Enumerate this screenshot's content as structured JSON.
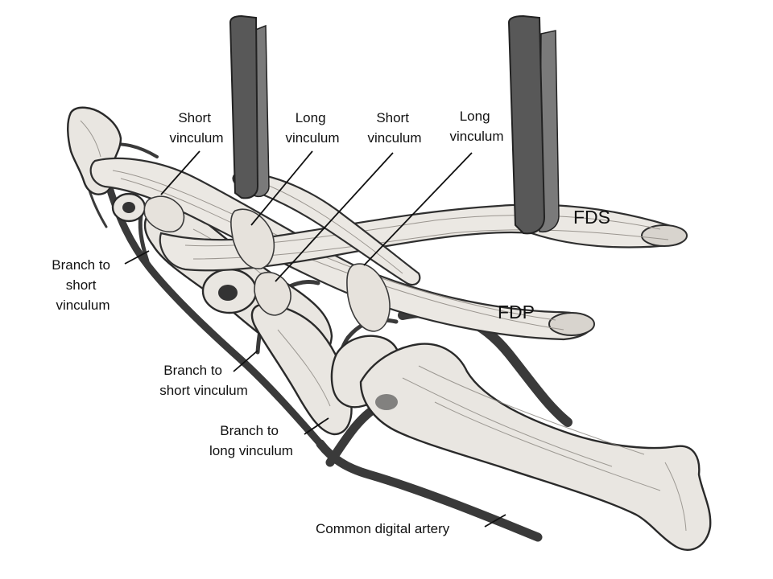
{
  "labels": {
    "short_vinculum_1": [
      "Short",
      "vinculum"
    ],
    "long_vinculum_1": [
      "Long",
      "vinculum"
    ],
    "short_vinculum_2": [
      "Short",
      "vinculum"
    ],
    "long_vinculum_2": [
      "Long",
      "vinculum"
    ],
    "fds": "FDS",
    "fdp": "FDP",
    "branch_short_1": [
      "Branch to",
      "short",
      "vinculum"
    ],
    "branch_short_2": [
      "Branch to",
      "short vinculum"
    ],
    "branch_long": [
      "Branch to",
      "long vinculum"
    ],
    "common_digital_artery": "Common digital artery"
  }
}
